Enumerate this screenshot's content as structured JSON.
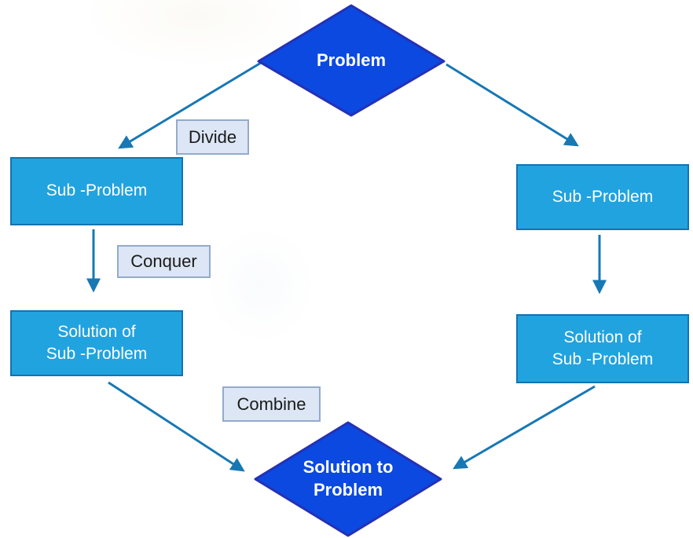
{
  "nodes": {
    "problem": {
      "label": "Problem",
      "shape": "diamond"
    },
    "sub_problem_left": {
      "label": "Sub -Problem",
      "shape": "rectangle"
    },
    "sub_problem_right": {
      "label": "Sub -Problem",
      "shape": "rectangle"
    },
    "solution_sub_left": {
      "label_line1": "Solution of",
      "label_line2": "Sub -Problem",
      "shape": "rectangle"
    },
    "solution_sub_right": {
      "label_line1": "Solution of",
      "label_line2": "Sub -Problem",
      "shape": "rectangle"
    },
    "solution_final": {
      "label_line1": "Solution to",
      "label_line2": "Problem",
      "shape": "diamond"
    }
  },
  "edge_labels": {
    "divide": "Divide",
    "conquer": "Conquer",
    "combine": "Combine"
  },
  "colors": {
    "background": "#FFFFFF",
    "diamond_fill": "#0B49E0",
    "diamond_border": "#2531B5",
    "box_fill": "#21A3DF",
    "box_border": "#1273B0",
    "tag_fill": "#DDE6F4",
    "tag_border": "#94AACB",
    "arrow": "#1778B4",
    "node_text": "#FFFFFF",
    "tag_text": "#1A1A1A"
  }
}
